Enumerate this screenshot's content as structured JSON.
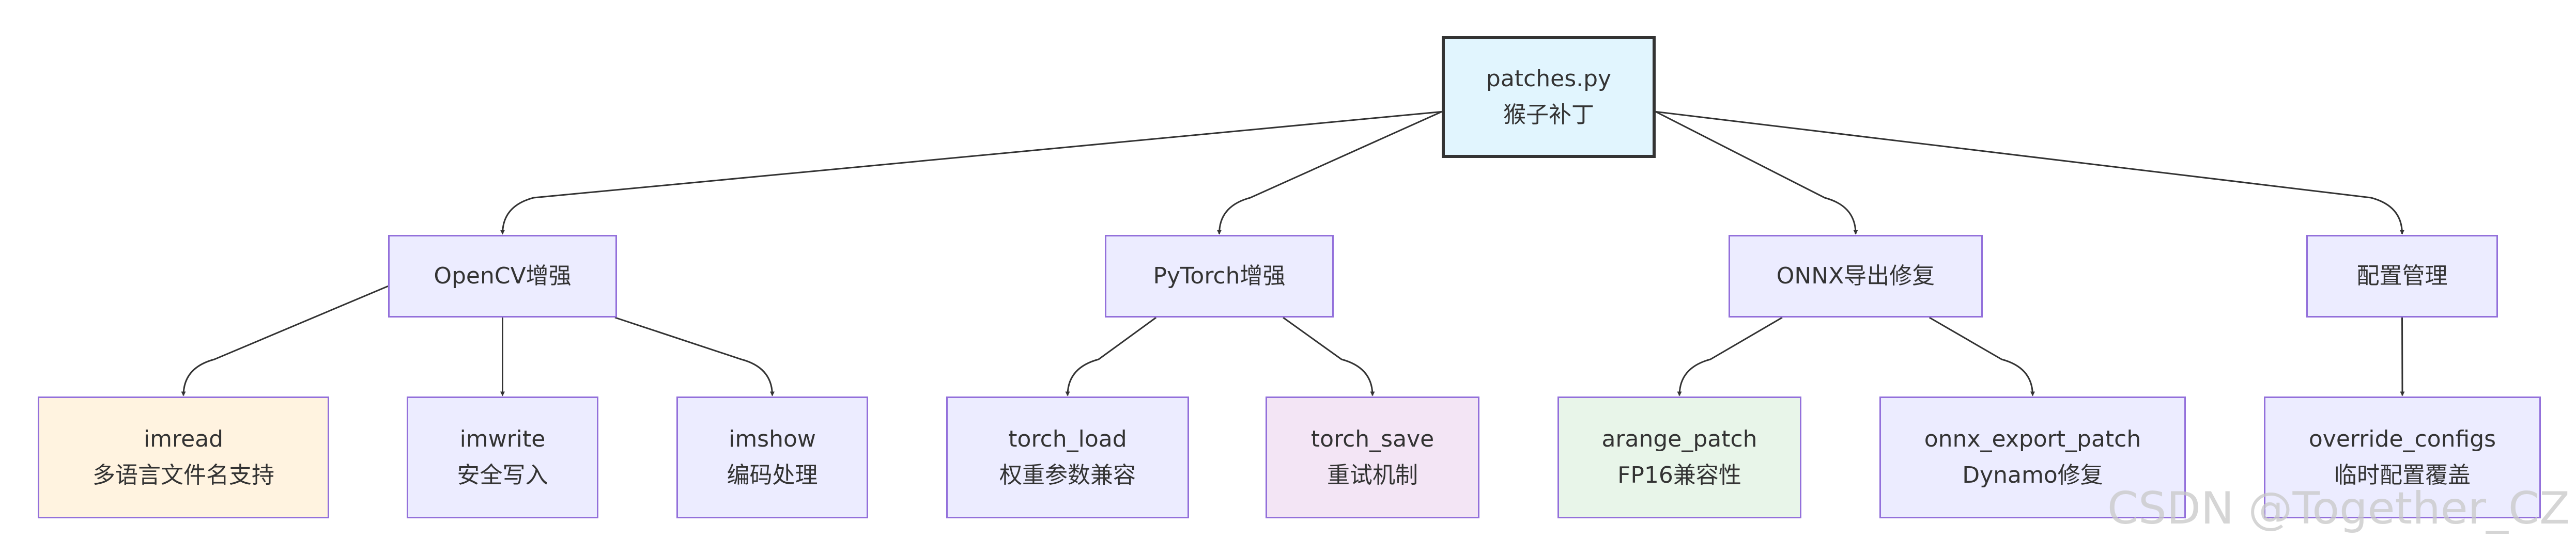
{
  "root": {
    "line1": "patches.py",
    "line2": "猴子补丁"
  },
  "categories": [
    {
      "id": "opencv",
      "label": "OpenCV增强"
    },
    {
      "id": "pytorch",
      "label": "PyTorch增强"
    },
    {
      "id": "onnx",
      "label": "ONNX导出修复"
    },
    {
      "id": "config",
      "label": "配置管理"
    }
  ],
  "leaves": [
    {
      "id": "imread",
      "line1": "imread",
      "line2": "多语言文件名支持",
      "parent": "opencv"
    },
    {
      "id": "imwrite",
      "line1": "imwrite",
      "line2": "安全写入",
      "parent": "opencv"
    },
    {
      "id": "imshow",
      "line1": "imshow",
      "line2": "编码处理",
      "parent": "opencv"
    },
    {
      "id": "torch_load",
      "line1": "torch_load",
      "line2": "权重参数兼容",
      "parent": "pytorch"
    },
    {
      "id": "torch_save",
      "line1": "torch_save",
      "line2": "重试机制",
      "parent": "pytorch"
    },
    {
      "id": "arange_patch",
      "line1": "arange_patch",
      "line2": "FP16兼容性",
      "parent": "onnx"
    },
    {
      "id": "onnx_export_patch",
      "line1": "onnx_export_patch",
      "line2": "Dynamo修复",
      "parent": "onnx"
    },
    {
      "id": "override_configs",
      "line1": "override_configs",
      "line2": "临时配置覆盖",
      "parent": "config"
    }
  ],
  "colors": {
    "default_fill": "#ECECFF",
    "default_stroke": "#9370DB",
    "root_fill": "#E1F5FE",
    "root_stroke": "#333333",
    "imread_fill": "#FFF3E0",
    "torch_save_fill": "#F3E5F5",
    "arange_patch_fill": "#E8F5E9",
    "edge": "#333333"
  },
  "watermark": "CSDN @Together_CZ"
}
